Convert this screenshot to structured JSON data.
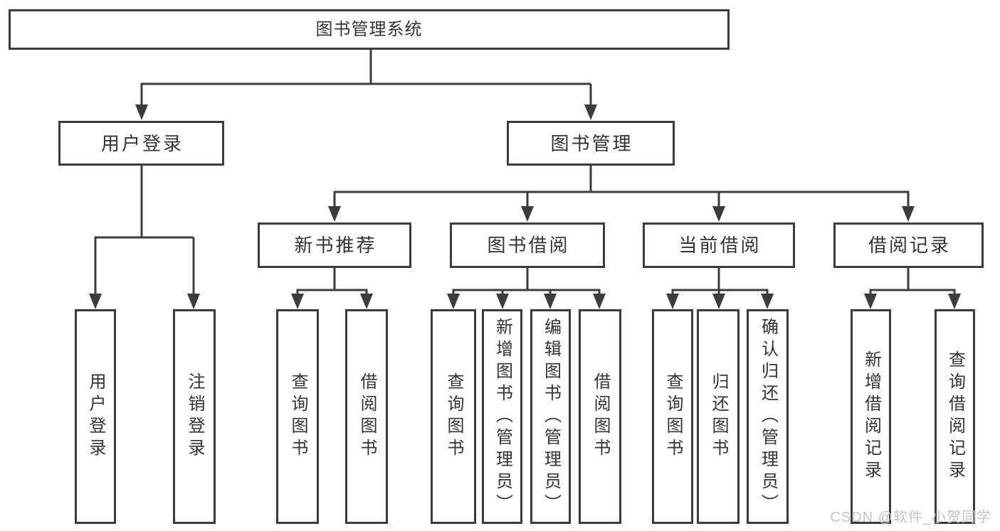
{
  "diagram": {
    "root": {
      "label": "图书管理系统"
    },
    "level2": [
      {
        "label": "用户登录"
      },
      {
        "label": "图书管理"
      }
    ],
    "level3": [
      {
        "label": "新书推荐"
      },
      {
        "label": "图书借阅"
      },
      {
        "label": "当前借阅"
      },
      {
        "label": "借阅记录"
      }
    ],
    "leaves": [
      {
        "label": "用户登录"
      },
      {
        "label": "注销登录"
      },
      {
        "label": "查询图书"
      },
      {
        "label": "借阅图书"
      },
      {
        "label": "查询图书"
      },
      {
        "label": "新增图书（管理员）"
      },
      {
        "label": "编辑图书（管理员）"
      },
      {
        "label": "借阅图书"
      },
      {
        "label": "查询图书"
      },
      {
        "label": "归还图书"
      },
      {
        "label": "确认归还（管理员）"
      },
      {
        "label": "新增借阅记录"
      },
      {
        "label": "查询借阅记录"
      }
    ],
    "watermark": {
      "text": "CSDN @软件_小贺同学"
    },
    "colors": {
      "line": "#3c3c3c",
      "text": "#333333",
      "watermark": "#c5c5c5",
      "background": "#ffffff"
    }
  }
}
